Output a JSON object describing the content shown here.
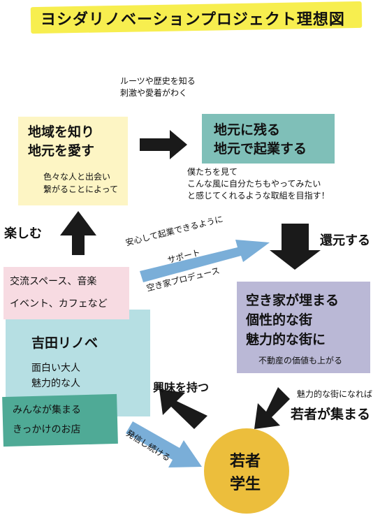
{
  "title": "ヨシダリノベーションプロジェクト理想図",
  "roots_note": [
    "ルーツや歴史を知る",
    "刺激や愛着がわく"
  ],
  "box_local": {
    "heading": [
      "地域を知り",
      "地元を愛す"
    ],
    "sub": [
      "色々な人と出会い",
      "繋がることによって"
    ]
  },
  "box_startup": {
    "heading": [
      "地元に残る",
      "地元で起業する"
    ]
  },
  "startup_note": [
    "僕たちを見て",
    "こんな風に自分たちもやってみたい",
    "と感じてくれるような取組を目指す！"
  ],
  "label_return": "還元する",
  "label_enjoy": "楽しむ",
  "support_arrow": {
    "text": [
      "安心して起業できるように",
      "サポート"
    ],
    "sub": "空き家プロデュース"
  },
  "event_box": [
    "交流スペース、音楽",
    "イベント、カフェなど"
  ],
  "yoshida_box": {
    "heading": "吉田リノベ",
    "sub": [
      "面白い大人",
      "魅力的な人"
    ]
  },
  "gather_box": [
    "みんなが集まる",
    "きっかけのお店"
  ],
  "akiya_box": {
    "heading": [
      "空き家が埋まる",
      "個性的な街",
      "魅力的な街に"
    ],
    "sub": "不動産の価値も上がる"
  },
  "youth_note": {
    "small": "魅力的な街になれば",
    "big": "若者が集まる"
  },
  "label_interest": "興味を持つ",
  "label_keep_sending": "発信し続ける",
  "circle": [
    "若者",
    "学生"
  ],
  "colors": {
    "title_band": "#f7ee4f",
    "yellow_box": "#fdf5c4",
    "teal_box": "#7fbfb8",
    "purple_box": "#bab8d6",
    "pink_box": "#f7dbe2",
    "lightblue_box": "#b6dfe3",
    "dark_teal_box": "#4faa96",
    "blue_arrow": "#7aaed8",
    "circle": "#ecbe3c",
    "arrow_black": "#1a1a1a"
  }
}
